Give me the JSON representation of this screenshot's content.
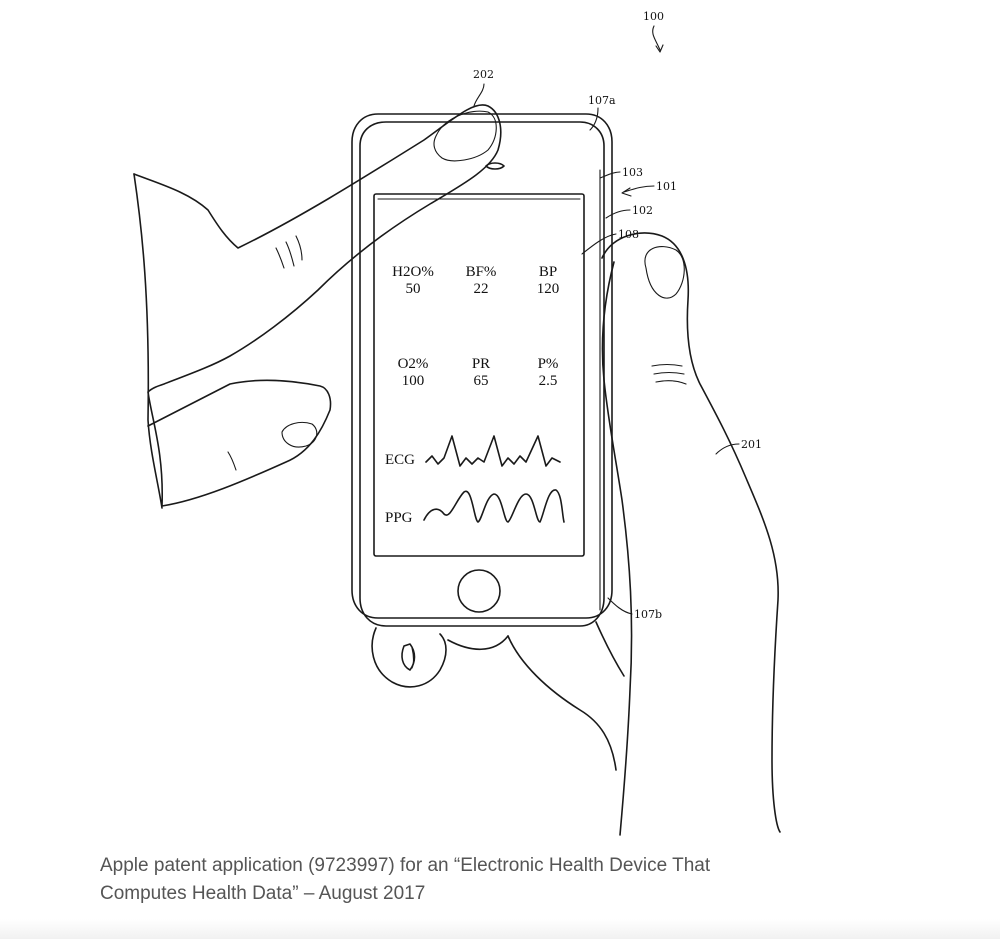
{
  "figure": {
    "ref_labels": {
      "fig": "100",
      "finger": "202",
      "corner_top": "107a",
      "r103": "103",
      "r101": "101",
      "r102": "102",
      "r108": "108",
      "hand": "201",
      "corner_bottom": "107b"
    },
    "screen": {
      "metrics": [
        {
          "label": "H2O%",
          "value": "50"
        },
        {
          "label": "BF%",
          "value": "22"
        },
        {
          "label": "BP",
          "value": "120"
        },
        {
          "label": "O2%",
          "value": "100"
        },
        {
          "label": "PR",
          "value": "65"
        },
        {
          "label": "P%",
          "value": "2.5"
        }
      ],
      "waves": [
        {
          "label": "ECG"
        },
        {
          "label": "PPG"
        }
      ]
    }
  },
  "caption": {
    "line1": "Apple patent application (9723997) for an “Electronic Health Device That",
    "line2": "Computes Health Data” – August 2017"
  }
}
